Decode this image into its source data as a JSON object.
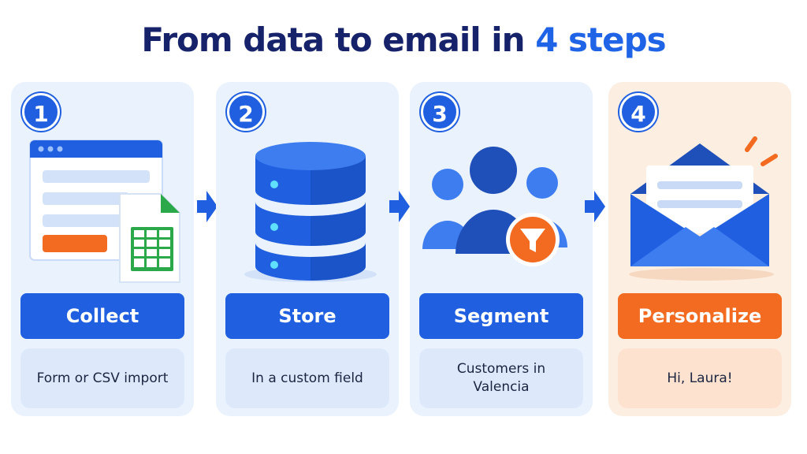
{
  "title": {
    "prefix": "From data to email in ",
    "highlight": "4 steps"
  },
  "colors": {
    "navy": "#16236b",
    "blue": "#1f5fe0",
    "light_blue": "#eaf2fd",
    "orange": "#f26b21",
    "light_orange": "#fdeee2",
    "green": "#2aa84a"
  },
  "steps": [
    {
      "number": "1",
      "label": "Collect",
      "description": "Form or CSV import",
      "icon": "form-spreadsheet-icon"
    },
    {
      "number": "2",
      "label": "Store",
      "description": "In a custom field",
      "icon": "database-icon"
    },
    {
      "number": "3",
      "label": "Segment",
      "description": "Customers in Valencia",
      "icon": "people-filter-icon"
    },
    {
      "number": "4",
      "label": "Personalize",
      "description": "Hi, Laura!",
      "icon": "open-envelope-icon"
    }
  ]
}
